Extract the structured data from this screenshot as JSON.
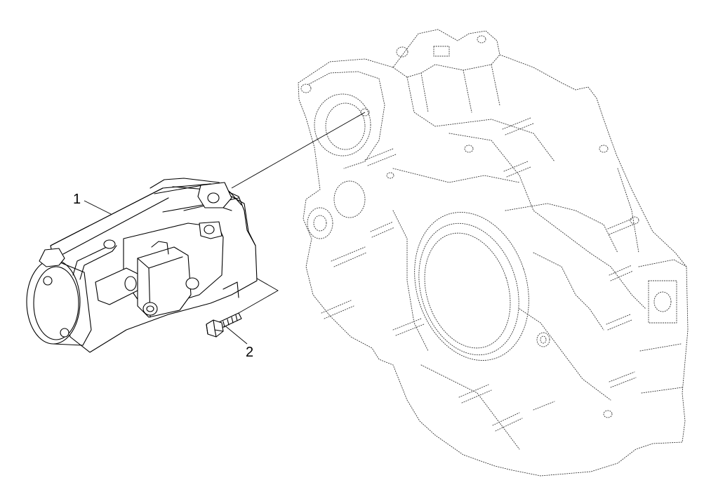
{
  "callouts": [
    {
      "number": "1",
      "part": "starter-motor"
    },
    {
      "number": "2",
      "part": "flange-bolt"
    }
  ],
  "colors": {
    "line": "#000000",
    "background": "#ffffff"
  }
}
